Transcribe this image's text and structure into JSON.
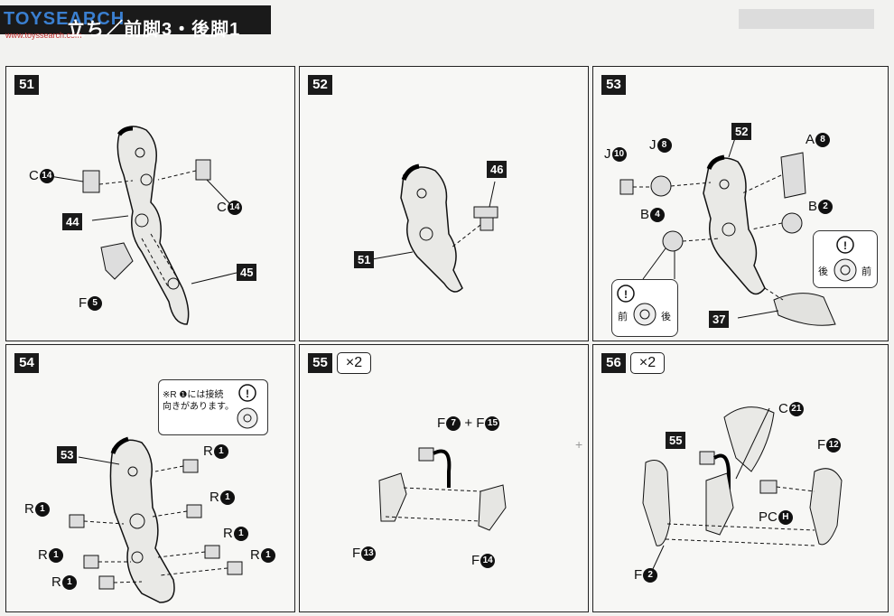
{
  "header": {
    "watermark": "TOYSEARCH",
    "watermark_sub": "www.toyssearch.com",
    "title": "立ち／前脚3・後脚1"
  },
  "steps": [
    {
      "number": "51",
      "labels": {
        "c_left": "C",
        "c_left_n": "14",
        "c_right": "C",
        "c_right_n": "14",
        "f": "F",
        "f_n": "5"
      },
      "refs": [
        "44",
        "45"
      ]
    },
    {
      "number": "52",
      "refs": [
        "46",
        "51"
      ]
    },
    {
      "number": "53",
      "labels": {
        "j1": "J",
        "j1_n": "10",
        "j2": "J",
        "j2_n": "8",
        "a": "A",
        "a_n": "8",
        "b1": "B",
        "b1_n": "4",
        "b2": "B",
        "b2_n": "2"
      },
      "refs": [
        "52",
        "37"
      ],
      "inset_right": {
        "back": "後",
        "front": "前"
      },
      "inset_left": {
        "front": "前",
        "back": "後"
      }
    },
    {
      "number": "54",
      "note": "※R ❶には接続\n向きがあります。",
      "refs": [
        "53"
      ],
      "r_label": "R",
      "r_n": "1"
    },
    {
      "number": "55",
      "multiplier": "×2",
      "labels": {
        "f_top": "F",
        "f_top_n1": "7",
        "plus": "+",
        "f_top2": "F",
        "f_top_n2": "15",
        "f_left": "F",
        "f_left_n": "13",
        "f_right": "F",
        "f_right_n": "14"
      }
    },
    {
      "number": "56",
      "multiplier": "×2",
      "labels": {
        "c": "C",
        "c_n": "21",
        "f_top": "F",
        "f_top_n": "12",
        "pc": "PC",
        "pc_n": "H",
        "f_bottom": "F",
        "f_bottom_n": "2"
      },
      "refs": [
        "55"
      ]
    }
  ],
  "colors": {
    "ink": "#111111",
    "paper": "#f7f7f5",
    "badge": "#1a1a1a"
  }
}
